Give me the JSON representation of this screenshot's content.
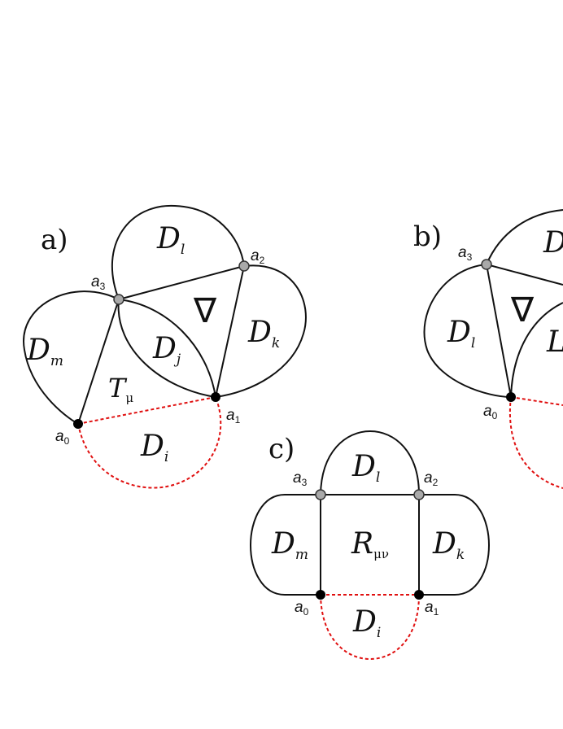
{
  "panels": {
    "a": {
      "label": "a)",
      "vertices": {
        "a0": {
          "base": "a",
          "sub": "0"
        },
        "a1": {
          "base": "a",
          "sub": "1"
        },
        "a2": {
          "base": "a",
          "sub": "2"
        },
        "a3": {
          "base": "a",
          "sub": "3"
        }
      },
      "regions": {
        "Dl": {
          "base": "D",
          "sub": "l"
        },
        "Dm": {
          "base": "D",
          "sub": "m"
        },
        "Dj": {
          "base": "D",
          "sub": "j"
        },
        "Dk": {
          "base": "D",
          "sub": "k"
        },
        "Di": {
          "base": "D",
          "sub": "i"
        },
        "T": {
          "base": "T",
          "sub": "μ"
        },
        "nabla": "∇"
      }
    },
    "b": {
      "label": "b)",
      "vertices": {
        "a0": {
          "base": "a",
          "sub": "0"
        },
        "a3": {
          "base": "a",
          "sub": "3"
        }
      },
      "regions": {
        "Dl": {
          "base": "D",
          "sub": "l"
        },
        "nabla": "∇",
        "Dtop": {
          "base": "D"
        },
        "Dinner": {
          "base": "L"
        }
      }
    },
    "c": {
      "label": "c)",
      "vertices": {
        "a0": {
          "base": "a",
          "sub": "0"
        },
        "a1": {
          "base": "a",
          "sub": "1"
        },
        "a2": {
          "base": "a",
          "sub": "2"
        },
        "a3": {
          "base": "a",
          "sub": "3"
        }
      },
      "regions": {
        "Dl": {
          "base": "D",
          "sub": "l"
        },
        "Dm": {
          "base": "D",
          "sub": "m"
        },
        "Dk": {
          "base": "D",
          "sub": "k"
        },
        "Di": {
          "base": "D",
          "sub": "i"
        },
        "R": {
          "base": "R",
          "sub": "μν"
        }
      }
    }
  },
  "colors": {
    "edge": "#111111",
    "boundary_dashed": "#e01010",
    "vertex_gray": "#a9a9a9",
    "vertex_black": "#000000"
  }
}
